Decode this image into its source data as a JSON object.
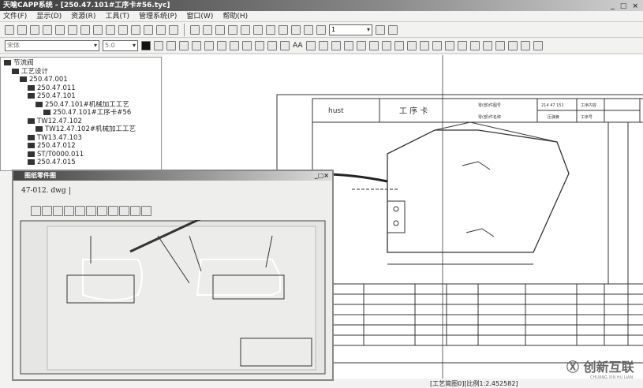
{
  "window": {
    "title": "天喻CAPP系统 - [250.47.101#工序卡#56.tyc]",
    "controls": "_ □ ×"
  },
  "menu": [
    "文件(F)",
    "显示(D)",
    "资源(R)",
    "工具(T)",
    "管理系统(P)",
    "窗口(W)",
    "帮助(H)"
  ],
  "toolbar": {
    "page_value": "1",
    "font_value": "宋体",
    "size_value": "5.0",
    "aa_label": "AA"
  },
  "tree": {
    "items": [
      {
        "label": "节流阀",
        "level": 0
      },
      {
        "label": "工艺设计",
        "level": 1
      },
      {
        "label": "250.47.001",
        "level": 2
      },
      {
        "label": "250.47.011",
        "level": 3
      },
      {
        "label": "250.47.101",
        "level": 3
      },
      {
        "label": "250.47.101#机械加工工艺",
        "level": 4
      },
      {
        "label": "250.47.101#工序卡#56",
        "level": 5
      },
      {
        "label": "TW12.47.102",
        "level": 3
      },
      {
        "label": "TW12.47.102#机械加工工艺",
        "level": 4
      },
      {
        "label": "TW13.47.103",
        "level": 3
      },
      {
        "label": "250.47.012",
        "level": 3
      },
      {
        "label": "ST/T0000.011",
        "level": 3
      },
      {
        "label": "250.47.015",
        "level": 3
      }
    ]
  },
  "popup": {
    "title": "图纸零件图",
    "tab": "47-012. dwg"
  },
  "sheet": {
    "company": "hust",
    "card_title": "工 序 卡",
    "part_no_label": "零(部)件图号",
    "part_no": "214 47 151",
    "part_name_label": "零(部)件名称",
    "part_name": "压弹簧",
    "op_content_label": "工序内容",
    "op_no_label": "工序号"
  },
  "status": "[工艺简图0][比例1:2.452582]",
  "watermark": {
    "text": "创新互联",
    "sub": "CHUANG XIN HU LIAN"
  }
}
